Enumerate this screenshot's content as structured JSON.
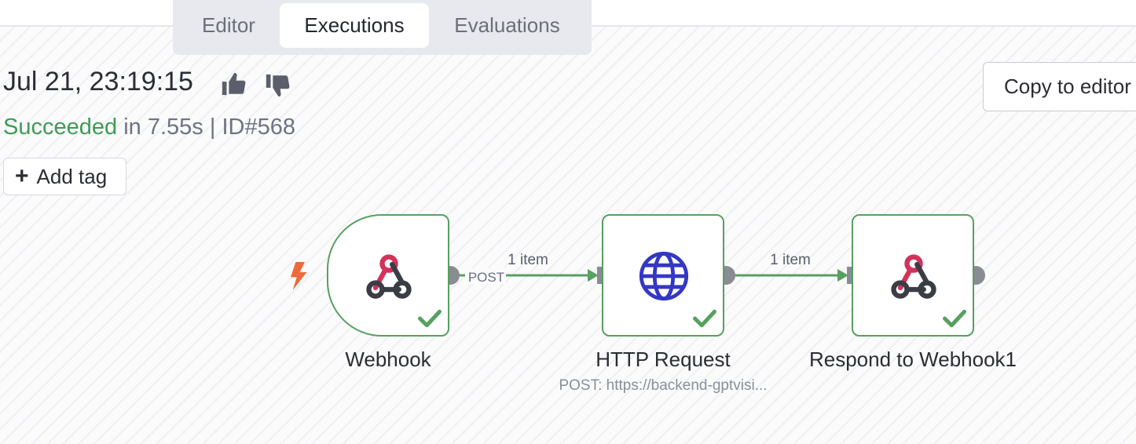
{
  "tabs": [
    {
      "label": "Editor",
      "active": false
    },
    {
      "label": "Executions",
      "active": true
    },
    {
      "label": "Evaluations",
      "active": false
    }
  ],
  "execution": {
    "timestamp": "Jul 21, 23:19:15",
    "status": "Succeeded",
    "duration_text": "in 7.55s",
    "separator": "|",
    "id_text": "ID#568"
  },
  "actions": {
    "add_tag": "Add tag",
    "copy_to_editor": "Copy to editor"
  },
  "workflow": {
    "nodes": [
      {
        "name": "Webhook",
        "icon": "webhook-icon",
        "status": "success"
      },
      {
        "name": "HTTP Request",
        "subtitle": "POST: https://backend-gptvisi...",
        "icon": "globe-icon",
        "status": "success"
      },
      {
        "name": "Respond to Webhook1",
        "icon": "webhook-icon",
        "status": "success"
      }
    ],
    "connections": [
      {
        "from": "Webhook",
        "to": "HTTP Request",
        "items_label": "1 item",
        "output_label": "POST"
      },
      {
        "from": "HTTP Request",
        "to": "Respond to Webhook1",
        "items_label": "1 item"
      }
    ]
  },
  "colors": {
    "success": "#57a05f",
    "trigger": "#ee6a3c",
    "webhook_pink": "#d1335a",
    "webhook_dark": "#3b3d45",
    "globe": "#3437c4"
  }
}
